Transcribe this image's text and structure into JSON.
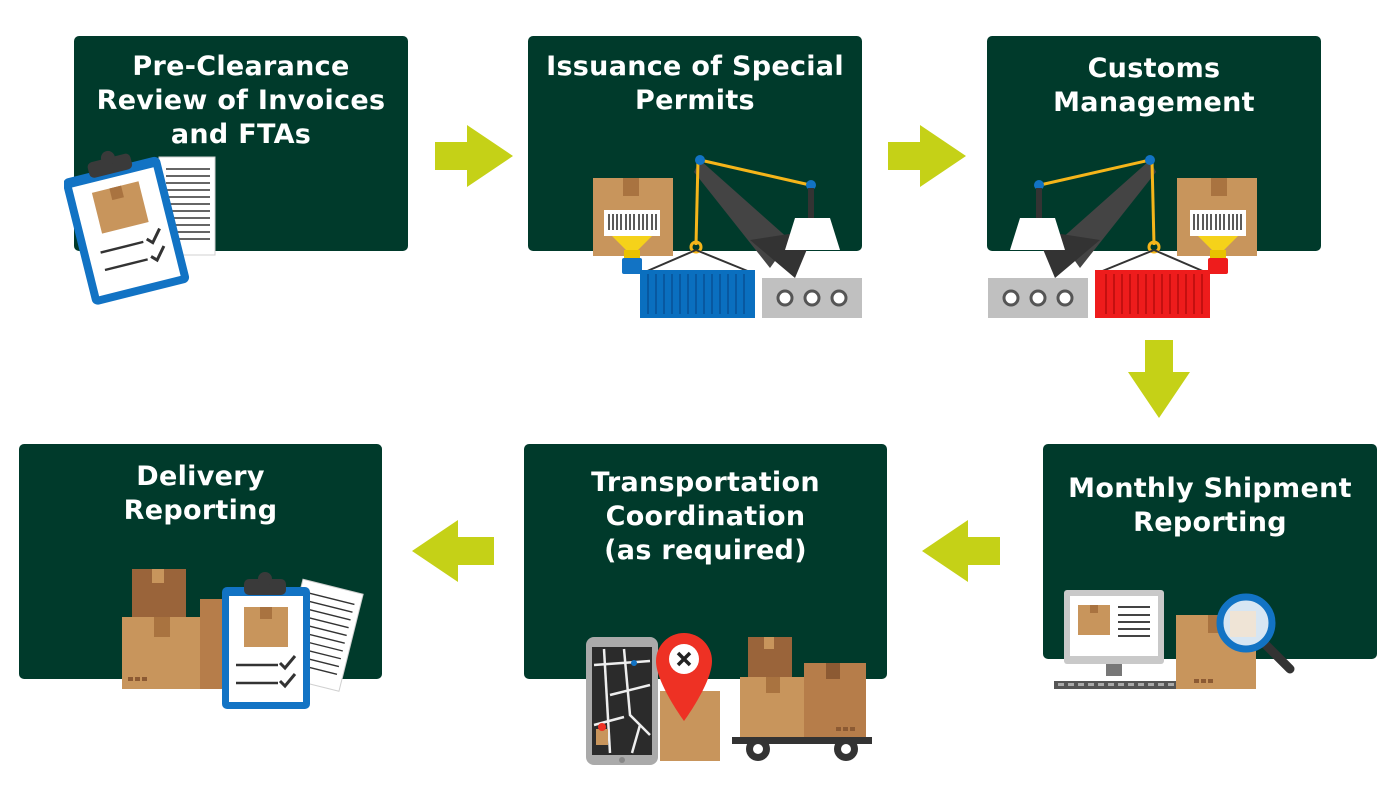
{
  "colors": {
    "card_bg": "#003a2b",
    "arrow": "#c5d117",
    "box": "#c8955c",
    "box_dark": "#8c5a33",
    "container_blue": "#0a6fbf",
    "container_red": "#ee1c1c",
    "crane_line": "#f5b51a"
  },
  "steps": [
    {
      "title_lines": [
        "Pre-Clearance",
        "Review of Invoices",
        "and FTAs"
      ],
      "icon": "clipboard-document-icon"
    },
    {
      "title_lines": [
        "Issuance of Special",
        "Permits"
      ],
      "icon": "crane-barcode-blue-container-icon"
    },
    {
      "title_lines": [
        "Customs",
        "Management"
      ],
      "icon": "crane-barcode-red-container-icon"
    },
    {
      "title_lines": [
        "Monthly Shipment",
        "Reporting"
      ],
      "icon": "computer-magnifier-icon"
    },
    {
      "title_lines": [
        "Transportation",
        "Coordination",
        "(as required)"
      ],
      "icon": "phone-map-cart-icon"
    },
    {
      "title_lines": [
        "Delivery",
        "Reporting"
      ],
      "icon": "boxes-clipboard-icon"
    }
  ],
  "arrows": [
    "right-arrow-icon",
    "right-arrow-icon",
    "down-arrow-icon",
    "left-arrow-icon",
    "left-arrow-icon"
  ]
}
